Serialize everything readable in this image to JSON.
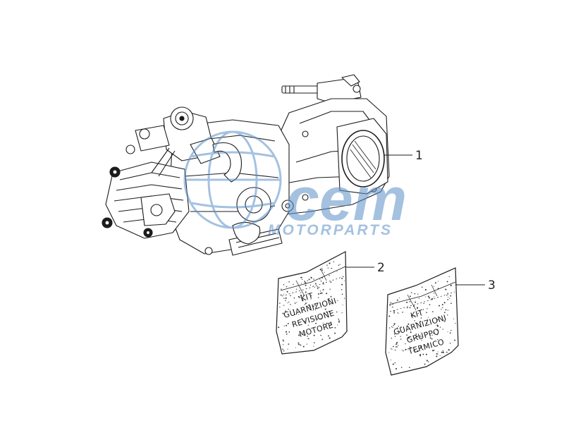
{
  "watermark": {
    "logo_text": "cem",
    "sub_text": "MOTORPARTS",
    "color": "#5b8fc8"
  },
  "callouts": {
    "engine": "1",
    "kit_overhaul": "2",
    "kit_thermal": "3"
  },
  "kits": {
    "overhaul": [
      "KIT",
      "GUARNIZIONI",
      "REVISIONE",
      "MOTORE"
    ],
    "thermal": [
      "KIT",
      "GUARNIZIONI",
      "GRUPPO",
      "TERMICO"
    ]
  },
  "colors": {
    "line": "#1c1c1c",
    "ink": "#222222"
  }
}
